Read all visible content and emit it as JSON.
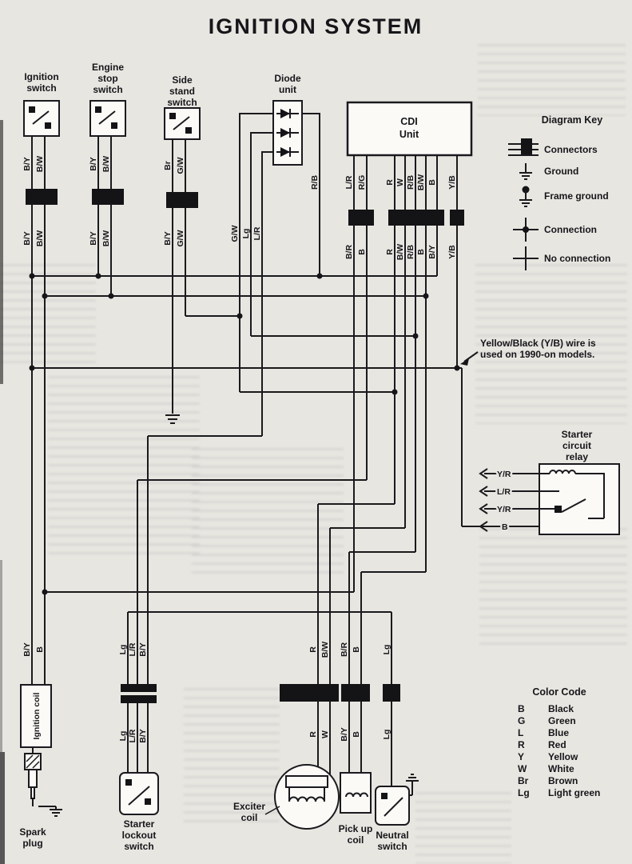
{
  "title": "IGNITION SYSTEM",
  "components": {
    "ignition_switch": [
      "Ignition",
      "switch"
    ],
    "engine_stop_switch": [
      "Engine",
      "stop",
      "switch"
    ],
    "side_stand_switch": [
      "Side",
      "stand",
      "switch"
    ],
    "diode_unit": [
      "Diode",
      "unit"
    ],
    "cdi_unit": [
      "CDI",
      "Unit"
    ],
    "starter_circuit_relay": [
      "Starter",
      "circuit",
      "relay"
    ],
    "ignition_coil": "Ignition coil",
    "spark_plug": [
      "Spark",
      "plug"
    ],
    "starter_lockout_switch": [
      "Starter",
      "lockout",
      "switch"
    ],
    "exciter_coil": [
      "Exciter",
      "coil"
    ],
    "pickup_coil": [
      "Pick up",
      "coil"
    ],
    "neutral_switch": [
      "Neutral",
      "switch"
    ]
  },
  "diagram_key": {
    "title": "Diagram Key",
    "connectors": "Connectors",
    "ground": "Ground",
    "frame_ground": "Frame ground",
    "connection": "Connection",
    "no_connection": "No connection"
  },
  "note": {
    "line1": "Yellow/Black (Y/B) wire is",
    "line2": "used on 1990-on models."
  },
  "color_code": {
    "title": "Color Code",
    "entries": [
      {
        "code": "B",
        "name": "Black"
      },
      {
        "code": "G",
        "name": "Green"
      },
      {
        "code": "L",
        "name": "Blue"
      },
      {
        "code": "R",
        "name": "Red"
      },
      {
        "code": "Y",
        "name": "Yellow"
      },
      {
        "code": "W",
        "name": "White"
      },
      {
        "code": "Br",
        "name": "Brown"
      },
      {
        "code": "Lg",
        "name": "Light green"
      }
    ]
  },
  "wires": {
    "ignition_top": [
      "B/Y",
      "B/W"
    ],
    "ignition_bottom": [
      "B/Y",
      "B/W"
    ],
    "engine_top": [
      "B/Y",
      "B/W"
    ],
    "engine_bottom": [
      "B/Y",
      "B/W"
    ],
    "sidestand_top": [
      "Br",
      "G/W"
    ],
    "sidestand_bottom": [
      "B/Y",
      "G/W"
    ],
    "diode_out": [
      "G/W",
      "Lg",
      "L/R"
    ],
    "diode_rb": "R/B",
    "cdi_top": [
      "L/R",
      "R/G",
      "R",
      "W",
      "R/B",
      "B/W",
      "B",
      "Y/B"
    ],
    "cdi_bottom": [
      "B/R",
      "B",
      "R",
      "B/W",
      "R/B",
      "B",
      "B/Y",
      "Y/B"
    ],
    "relay": [
      "Y/R",
      "L/R",
      "Y/R",
      "B"
    ],
    "coil_in": [
      "B/Y",
      "B"
    ],
    "lockout_top": [
      "Lg",
      "L/R",
      "B/Y"
    ],
    "lockout_bottom": [
      "Lg",
      "L/R",
      "B/Y"
    ],
    "exciter_top": [
      "R",
      "B/W"
    ],
    "exciter_bottom": [
      "R",
      "W"
    ],
    "pickup_top": [
      "B/R",
      "B"
    ],
    "pickup_bottom": [
      "B/Y",
      "B"
    ],
    "neutral_top": "Lg",
    "neutral_bottom": "Lg"
  }
}
